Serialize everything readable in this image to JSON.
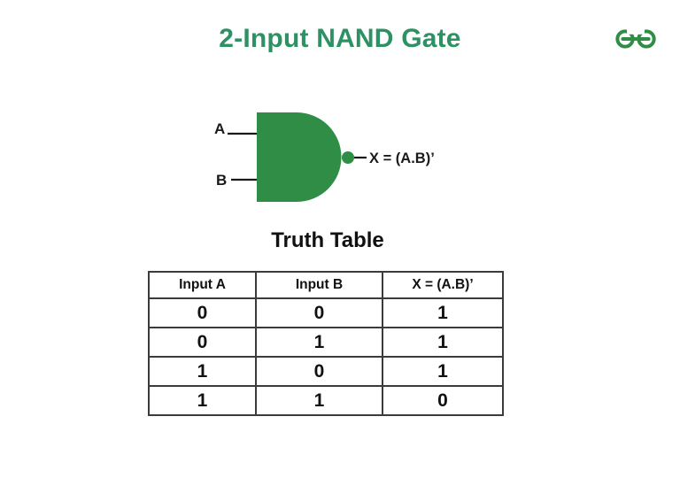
{
  "header": {
    "title": "2-Input NAND Gate",
    "logo_icon": "geeksforgeeks-logo"
  },
  "colors": {
    "title_green": "#2E9164",
    "brand_green": "#2F8D46",
    "line_black": "#1a1a1a",
    "table_border": "#3b3b3b"
  },
  "gate": {
    "type": "NAND",
    "input_a_label": "A",
    "input_b_label": "B",
    "output_label": "X = (A.B)’"
  },
  "truth_table": {
    "title": "Truth Table",
    "headers": [
      "Input A",
      "Input B",
      "X = (A.B)’"
    ],
    "rows": [
      [
        "0",
        "0",
        "1"
      ],
      [
        "0",
        "1",
        "1"
      ],
      [
        "1",
        "0",
        "1"
      ],
      [
        "1",
        "1",
        "0"
      ]
    ]
  }
}
